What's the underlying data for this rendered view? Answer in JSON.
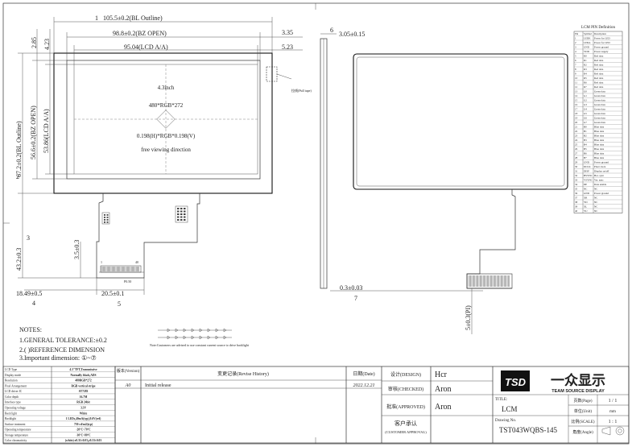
{
  "dims": {
    "bl_outline_w": "105.5±0.2(BL Outline)",
    "bz_open_w": "98.8±0.2(BZ OPEN)",
    "lcd_aa_w": "95.04(LCD A/A)",
    "d_335": "3.35",
    "d_523": "5.23",
    "d_285": "2.85",
    "d_423": "4.23",
    "bl_outline_h": "67.2±0.2(BL Outline)",
    "bz_open_h": "56.6±0.2(BZ OPEN)",
    "lcd_aa_h": "53.86(LCD A/A)",
    "fpc_len": "43.2±0.3",
    "d_35": "3.5±0.3",
    "d_1849": "18.49±0.5",
    "d_205": "20.5±0.1",
    "p050": "P0.50",
    "side_thk": "3.05±0.15",
    "d_03": "0.3±0.03",
    "d_5": "5±0.3(PI)",
    "pin1": "1",
    "pin40": "40",
    "pull_tape": "拉线(Pull tape)"
  },
  "circles": {
    "c1": "1",
    "c2": "2",
    "c3": "3",
    "c4": "4",
    "c5": "5",
    "c6": "6",
    "c7": "7"
  },
  "panel": {
    "size": "4.3inch",
    "res": "480*RGB*272",
    "pitch": "0.198(H)*RGB*0.198(V)",
    "view": "free viewing direction"
  },
  "led_note": "Note:Customers are advised to use constant current source to drive backlight",
  "notes": {
    "title": "NOTES:",
    "n1": "1.GENERAL TOLERANCE:±0.2",
    "n2": "2.( )REFERENCE DIMENSION",
    "n3": "3.Important dimension: ①~⑦"
  },
  "pin_table": {
    "title": "LCM PIN Definition",
    "headers": [
      "Pin",
      "Symbol",
      "Description"
    ],
    "rows": [
      [
        "1",
        "LEDK",
        "Power for LED"
      ],
      [
        "2",
        "LEDA",
        "Power for LED"
      ],
      [
        "3",
        "GND",
        "Power ground"
      ],
      [
        "4",
        "VDD",
        "Power supply"
      ],
      [
        "5",
        "R0",
        "Red data"
      ],
      [
        "6",
        "R1",
        "Red data"
      ],
      [
        "7",
        "R2",
        "Red data"
      ],
      [
        "8",
        "R3",
        "Red data"
      ],
      [
        "9",
        "R4",
        "Red data"
      ],
      [
        "10",
        "R5",
        "Red data"
      ],
      [
        "11",
        "R6",
        "Red data"
      ],
      [
        "12",
        "R7",
        "Red data"
      ],
      [
        "13",
        "G0",
        "Green data"
      ],
      [
        "14",
        "G1",
        "Green data"
      ],
      [
        "15",
        "G2",
        "Green data"
      ],
      [
        "16",
        "G3",
        "Green data"
      ],
      [
        "17",
        "G4",
        "Green data"
      ],
      [
        "18",
        "G5",
        "Green data"
      ],
      [
        "19",
        "G6",
        "Green data"
      ],
      [
        "20",
        "G7",
        "Green data"
      ],
      [
        "21",
        "B0",
        "Blue data"
      ],
      [
        "22",
        "B1",
        "Blue data"
      ],
      [
        "23",
        "B2",
        "Blue data"
      ],
      [
        "24",
        "B3",
        "Blue data"
      ],
      [
        "25",
        "B4",
        "Blue data"
      ],
      [
        "26",
        "B5",
        "Blue data"
      ],
      [
        "27",
        "B6",
        "Blue data"
      ],
      [
        "28",
        "B7",
        "Blue data"
      ],
      [
        "29",
        "GND",
        "Power ground"
      ],
      [
        "30",
        "DCLK",
        "Pixel clock"
      ],
      [
        "31",
        "DISP",
        "Display on/off"
      ],
      [
        "32",
        "HSYNC",
        "Hor. sync"
      ],
      [
        "33",
        "VSYNC",
        "Ver. sync"
      ],
      [
        "34",
        "DE",
        "Data enable"
      ],
      [
        "35",
        "NC",
        "NC"
      ],
      [
        "36",
        "GND",
        "Power ground"
      ],
      [
        "37",
        "XR",
        "NC"
      ],
      [
        "38",
        "YD",
        "NC"
      ],
      [
        "39",
        "XL",
        "NC"
      ],
      [
        "40",
        "YU",
        "NC"
      ]
    ]
  },
  "spec_table": {
    "rows": [
      [
        "LCD Type",
        "4.3\"TFT,Transmissive"
      ],
      [
        "Display mode",
        "Normally black,ADS"
      ],
      [
        "Resolution",
        "480RGB*272"
      ],
      [
        "Pixel Arrangement",
        "RGB vertical stripe"
      ],
      [
        "LCD driver IC",
        "ST7283"
      ],
      [
        "Color depth",
        "16.7M"
      ],
      [
        "Interface type",
        "RGB 24bit"
      ],
      [
        "Operating voltage",
        "3.3V"
      ],
      [
        "Back light",
        "White"
      ],
      [
        "Backlight",
        "1 LEDs,40mA(typ),9.6V(ref)"
      ],
      [
        "Surface treatment",
        "750 cd/m2(typ)"
      ],
      [
        "Operating temperature",
        "-20°C~70°C"
      ],
      [
        "Storage temperature",
        "-30°C~80°C"
      ],
      [
        "Color chromaticity",
        "(white) x0.31±0.03,y0.33±0.03"
      ]
    ]
  },
  "title_block": {
    "version_label": "版本(Version)",
    "change_label": "变更记录(Revise History)",
    "date_label": "日期(Date)",
    "version": "A0",
    "change": "Initial release",
    "date": "2022.12.21",
    "design_label": "设计(DESIGN)",
    "design": "Hcr",
    "checked_label": "审核(CHECKED)",
    "checked": "Aron",
    "approved_label": "批准(APPROVED)",
    "approved": "Aron",
    "customer_label": "客户承认",
    "customer_sub": "(CUSTOMER APPROVAL)",
    "brand_cn": "一众显示",
    "brand_en": "TEAM SOURCE DISPLAY",
    "logo_text": "TSD",
    "title_label": "TITLE:",
    "title": "LCM",
    "drawing_label": "Drawing No.",
    "drawing": "TST043WQBS-145",
    "page_label": "页数(Page)",
    "page": "1 / 1",
    "unit_label": "单位(Unit)",
    "unit": "mm",
    "scale_label": "比例(SCALE)",
    "scale": "1 : 1",
    "angle_label": "角度(Angle)"
  }
}
